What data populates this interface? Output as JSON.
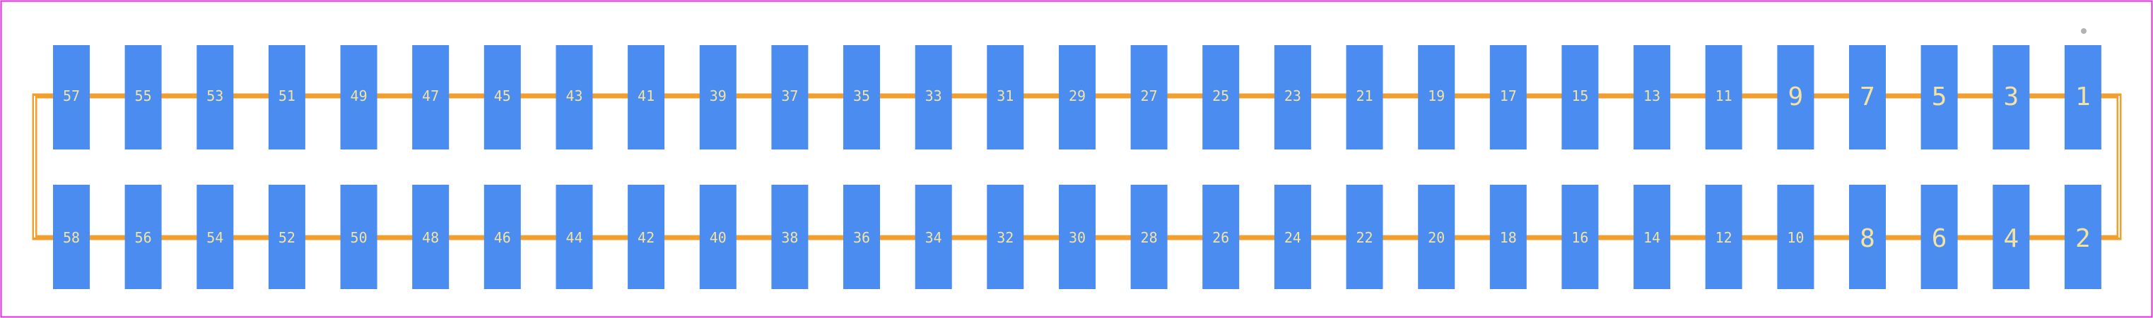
{
  "colors": {
    "background": "#ffffff",
    "border": "#e02ee0",
    "pad": "#4a8cf0",
    "silkscreen": "#f29f2e",
    "pin_label": "#f2e3a0",
    "pin1_marker": "#b3b3b3"
  },
  "top_row": {
    "pins": [
      "57",
      "55",
      "53",
      "51",
      "49",
      "47",
      "45",
      "43",
      "41",
      "39",
      "37",
      "35",
      "33",
      "31",
      "29",
      "27",
      "25",
      "23",
      "21",
      "19",
      "17",
      "15",
      "13",
      "11",
      "9",
      "7",
      "5",
      "3",
      "1"
    ]
  },
  "bottom_row": {
    "pins": [
      "58",
      "56",
      "54",
      "52",
      "50",
      "48",
      "46",
      "44",
      "42",
      "40",
      "38",
      "36",
      "34",
      "32",
      "30",
      "28",
      "26",
      "24",
      "22",
      "20",
      "18",
      "16",
      "14",
      "12",
      "10",
      "8",
      "6",
      "4",
      "2"
    ]
  },
  "pin1_marker_icon": "pin1-dot-icon"
}
